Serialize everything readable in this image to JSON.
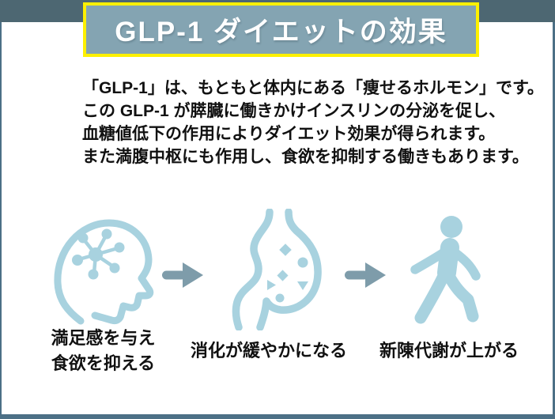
{
  "frame": {
    "top_bar_color": "#4d6772",
    "edge_color": "#4d728b",
    "side_color": "#4c7086"
  },
  "header": {
    "title": "GLP-1 ダイエットの効果",
    "banner_fill": "#84a4b2",
    "banner_border": "#fdf000",
    "text_color": "#ffffff"
  },
  "lead": {
    "lines": [
      "「GLP-1」は、もともと体内にある「痩せるホルモン」です。",
      "この GLP-1 が膵臓に働きかけインスリンの分泌を促し、",
      "血糖値低下の作用によりダイエット効果が得られます。",
      "また満腹中枢にも作用し、食欲を抑制する働きもあります。"
    ]
  },
  "flow": {
    "icon_color": "#a8d2df",
    "arrow_color": "#7e9caa",
    "steps": [
      {
        "icon": "brain-head-icon",
        "caption_lines": [
          "満足感を与え",
          "食欲を抑える"
        ]
      },
      {
        "icon": "stomach-icon",
        "caption_lines": [
          "消化が緩やかになる"
        ]
      },
      {
        "icon": "walking-person-icon",
        "caption_lines": [
          "新陳代謝が上がる"
        ]
      }
    ]
  }
}
